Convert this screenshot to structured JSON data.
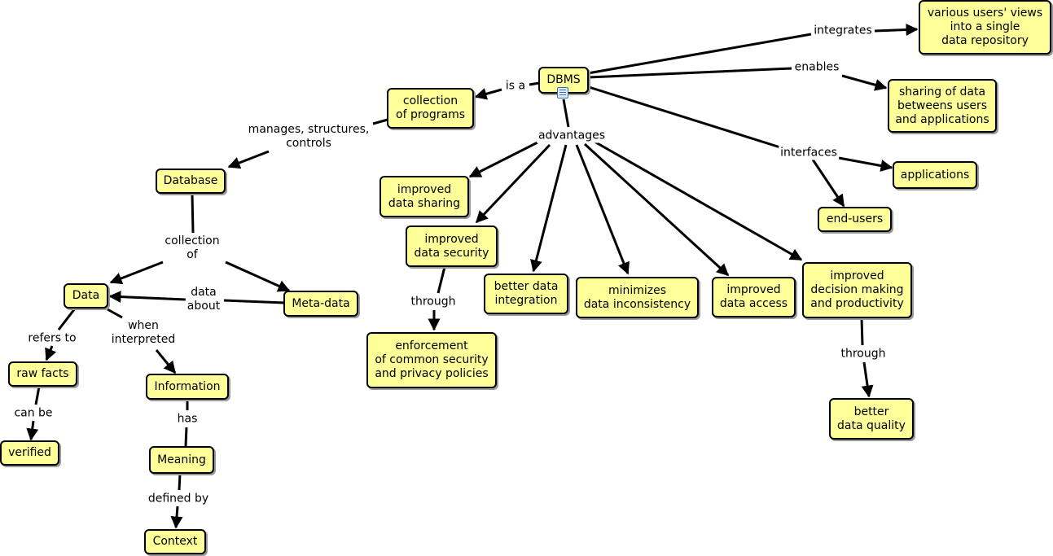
{
  "nodes": {
    "dbms": "DBMS",
    "various_users_views": "various users' views\ninto a single\ndata repository",
    "sharing_of_data": "sharing of data\nbetweens users\nand applications",
    "applications": "applications",
    "end_users": "end-users",
    "collection_of_programs": "collection\nof programs",
    "database": "Database",
    "improved_data_sharing": "improved\ndata sharing",
    "improved_data_security": "improved\ndata security",
    "better_data_integration": "better data\nintegration",
    "minimizes_data_inconsistency": "minimizes\ndata inconsistency",
    "improved_data_access": "improved\ndata access",
    "improved_decision_making": "improved\ndecision making\nand productivity",
    "enforcement_policies": "enforcement\nof common security\nand privacy policies",
    "better_data_quality": "better\ndata quality",
    "data": "Data",
    "meta_data": "Meta-data",
    "raw_facts": "raw facts",
    "verified": "verified",
    "information": "Information",
    "meaning": "Meaning",
    "context": "Context"
  },
  "links": {
    "integrates": "integrates",
    "enables": "enables",
    "interfaces": "interfaces",
    "is_a": "is a",
    "advantages": "advantages",
    "manages_structures_controls": "manages, structures,\ncontrols",
    "collection_of": "collection\nof",
    "data_about": "data\nabout",
    "refers_to": "refers to",
    "when_interpreted": "when\ninterpreted",
    "can_be": "can be",
    "has": "has",
    "defined_by": "defined by",
    "through_security": "through",
    "through_decision": "through"
  },
  "icons": {
    "resource": "document-icon"
  },
  "colors": {
    "node_fill": "#ffff99",
    "node_border": "#000000",
    "edge": "#000000"
  }
}
